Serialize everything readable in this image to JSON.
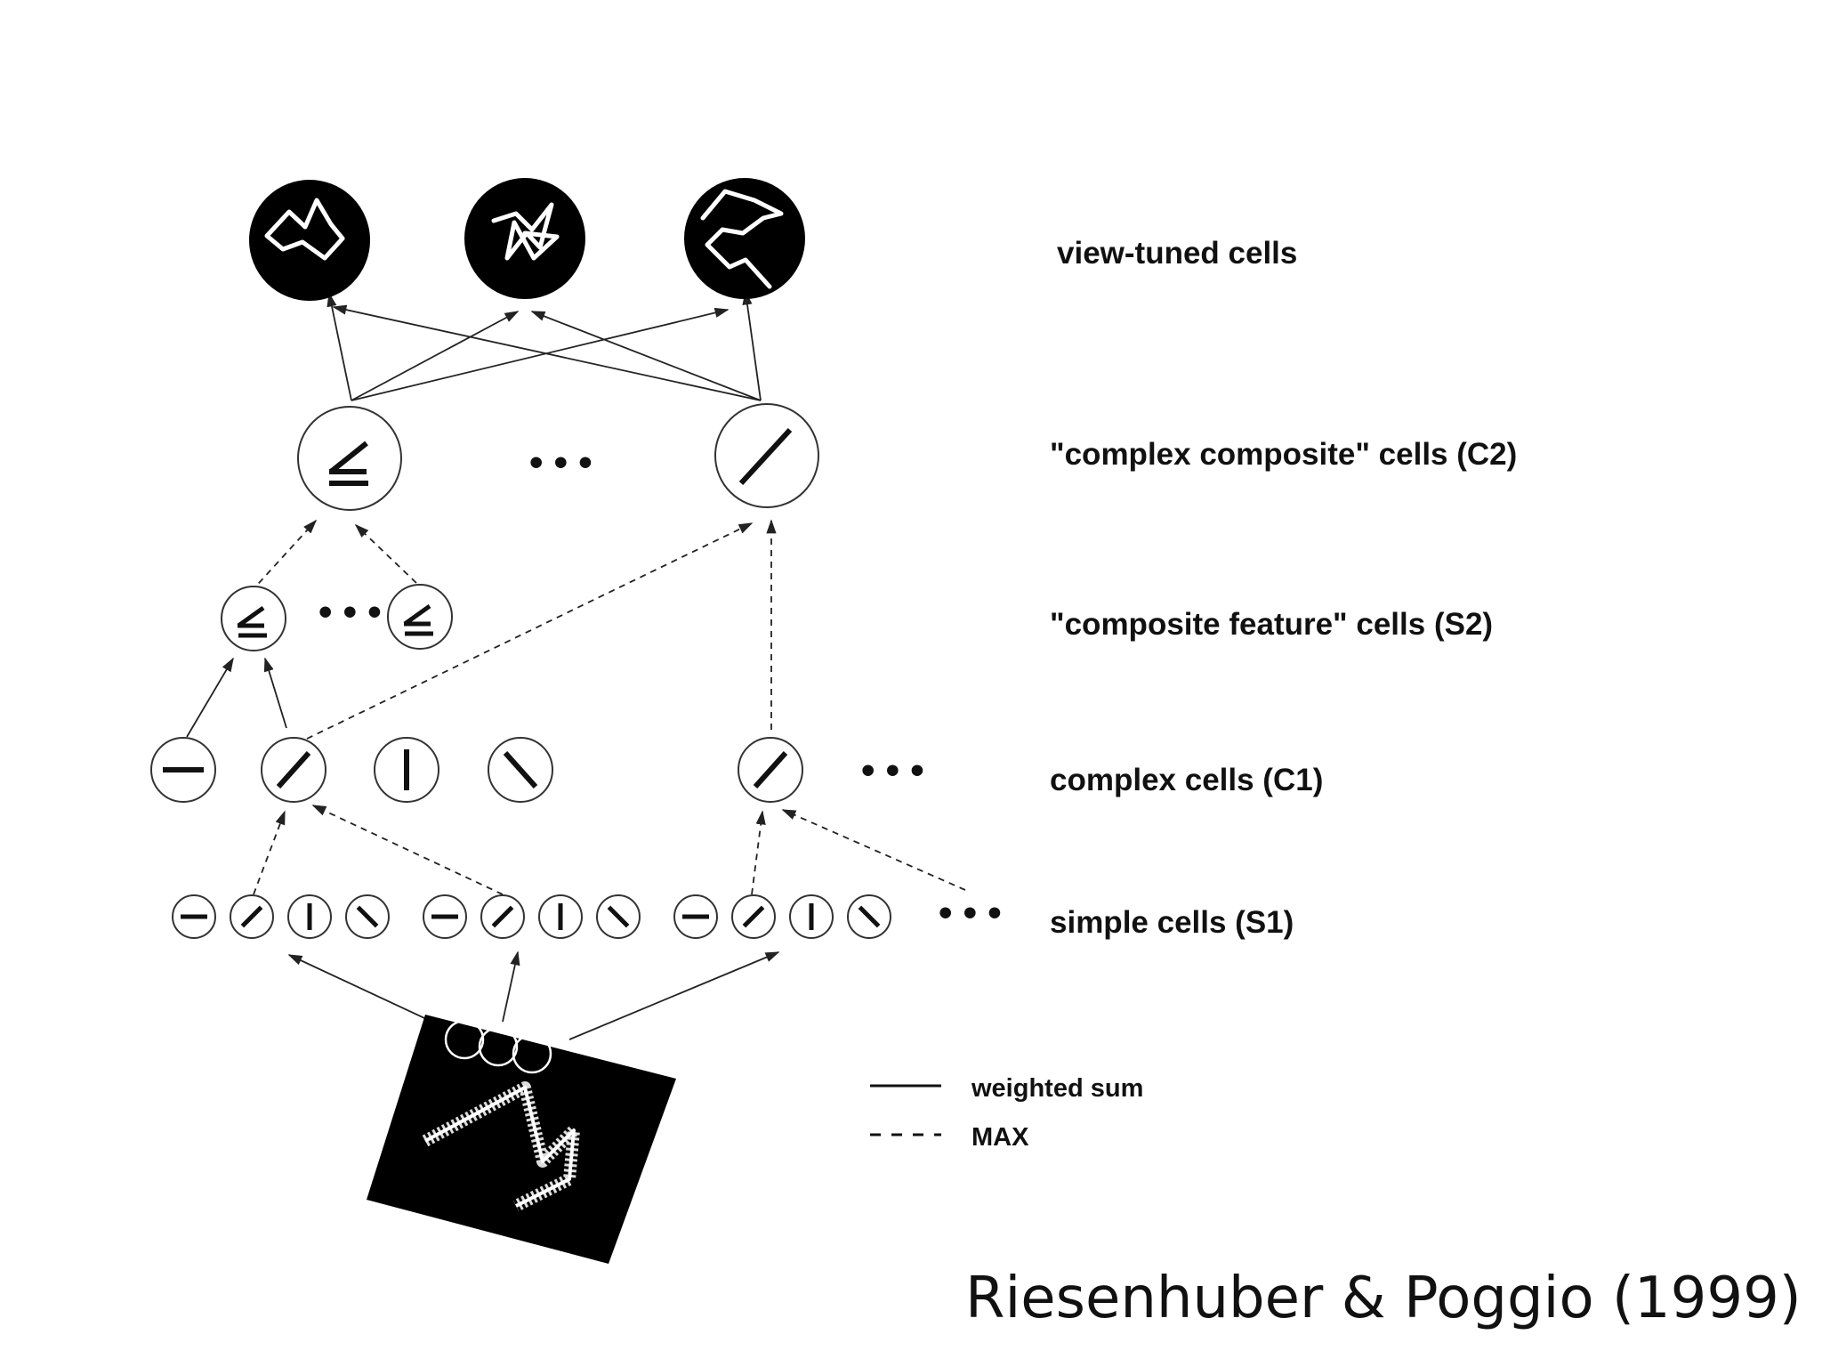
{
  "labels": {
    "view_tuned": "view-tuned cells",
    "c2": "\"complex composite\" cells (C2)",
    "s2": "\"composite feature\" cells (S2)",
    "c1": "complex cells (C1)",
    "s1": "simple cells (S1)"
  },
  "ellipsis": "• • •",
  "legend": {
    "solid": "weighted sum",
    "dashed": "MAX"
  },
  "citation": "Riesenhuber & Poggio (1999)"
}
